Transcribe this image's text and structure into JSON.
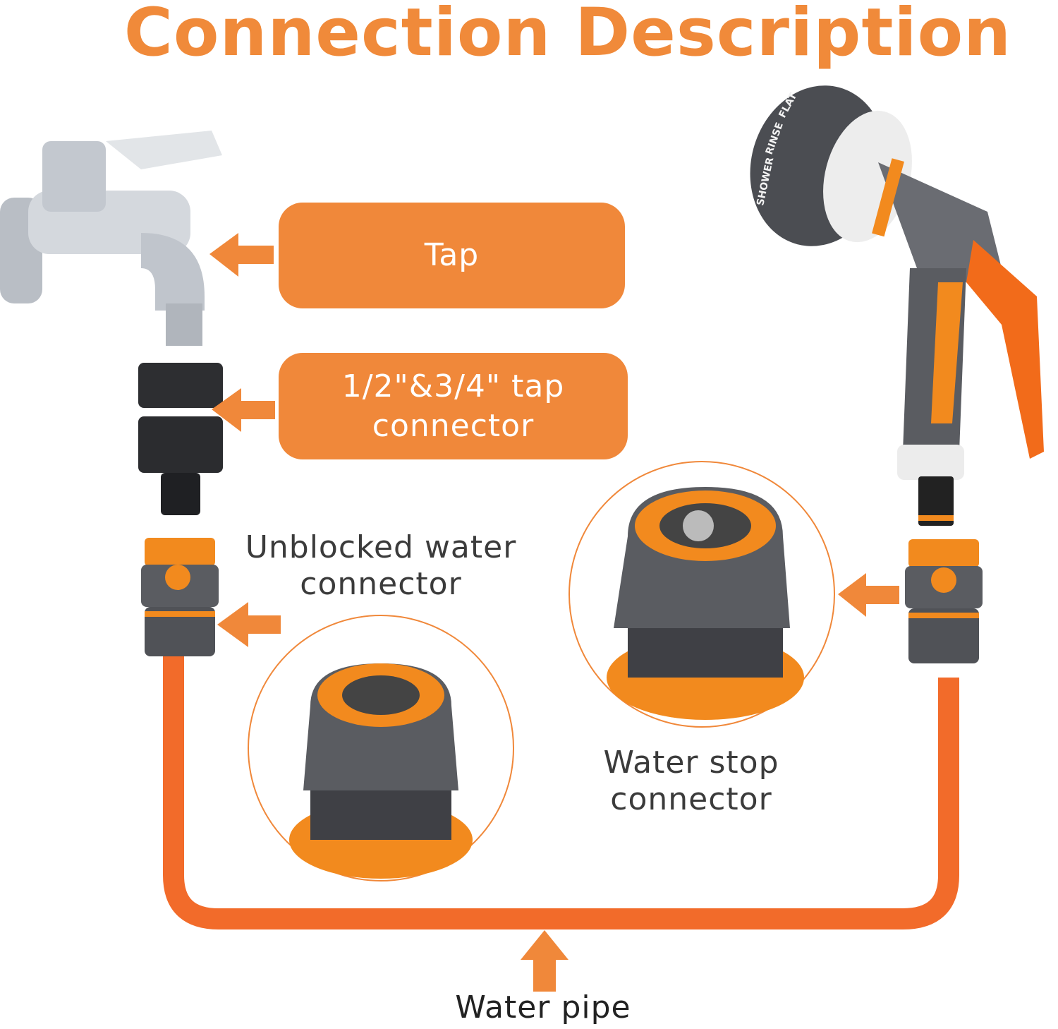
{
  "title": "Connection Description",
  "labels": {
    "tap": "Tap",
    "tap_connector_line1": "1/2\"&3/4\" tap",
    "tap_connector_line2": "connector",
    "unblocked_line1": "Unblocked water",
    "unblocked_line2": "connector",
    "water_stop_line1": "Water stop",
    "water_stop_line2": "connector",
    "water_pipe": "Water pipe"
  },
  "nozzle_settings": [
    "SHOWER",
    "RINSE",
    "FLAT"
  ],
  "colors": {
    "accent": "#F0883A",
    "hose": "#F26B2A",
    "text": "#3b3b3b",
    "plastic_gray": "#5a5c61",
    "chrome": "#c8ccd2"
  }
}
